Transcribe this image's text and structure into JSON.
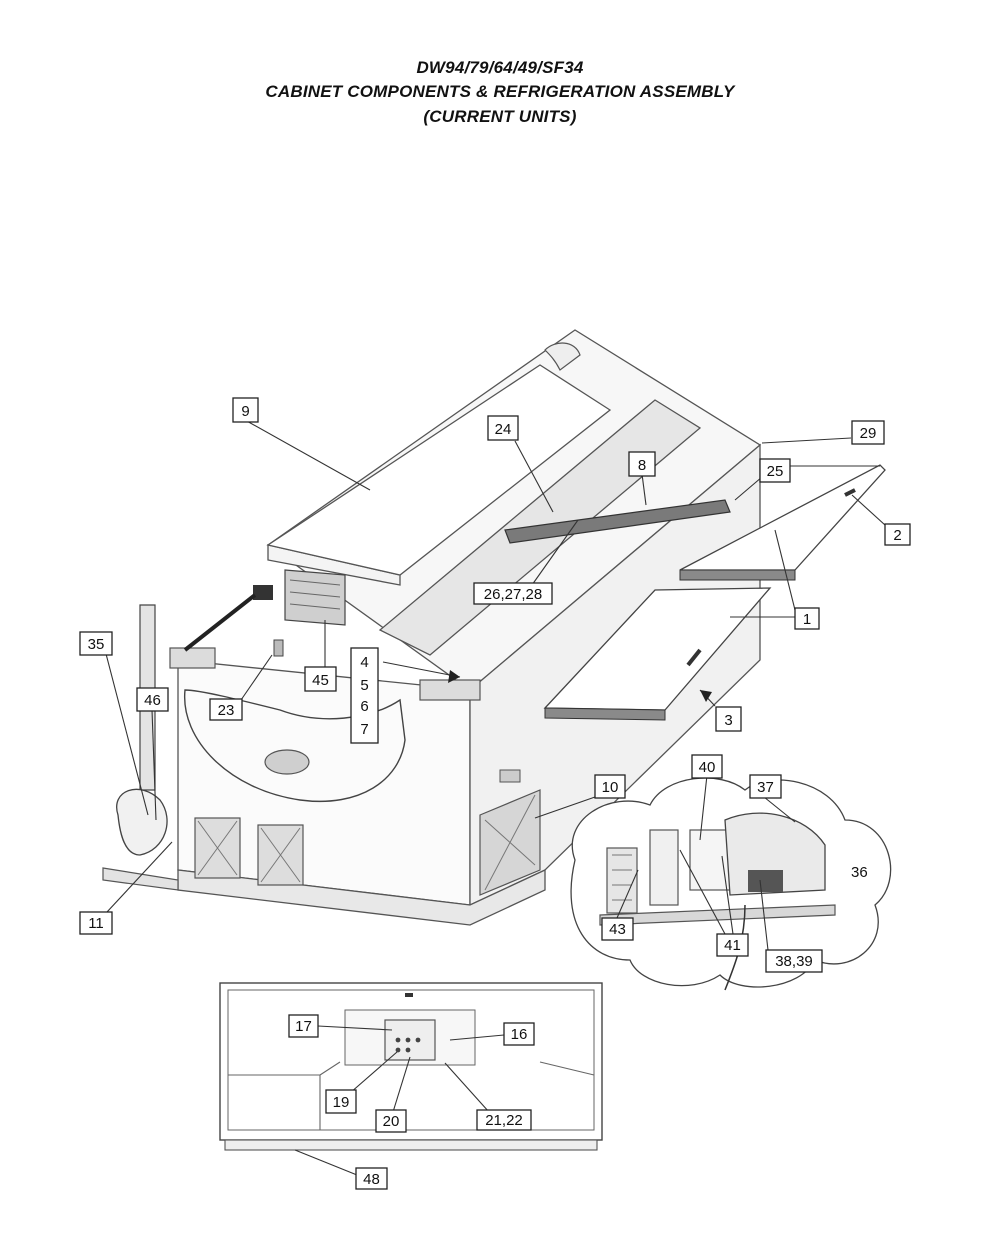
{
  "title": {
    "line1": "DW94/79/64/49/SF34",
    "line2": "CABINET COMPONENTS &  REFRIGERATION ASSEMBLY",
    "line3": "(CURRENT UNITS)"
  },
  "callouts": {
    "c9": "9",
    "c24": "24",
    "c8": "8",
    "c29": "29",
    "c25": "25",
    "c2": "2",
    "c1": "1",
    "c3": "3",
    "c26_28": "26,27,28",
    "c35": "35",
    "c46": "46",
    "c23": "23",
    "c45": "45",
    "c4": "4",
    "c5": "5",
    "c6": "6",
    "c7": "7",
    "c10": "10",
    "c11": "11",
    "c40": "40",
    "c37": "37",
    "c36": "36",
    "c43": "43",
    "c41": "41",
    "c38_39": "38,39",
    "c17": "17",
    "c16": "16",
    "c19": "19",
    "c20": "20",
    "c21_22": "21,22",
    "c48": "48"
  },
  "colors": {
    "line": "#333333",
    "glass": "#d9d9d9",
    "rail": "#7a7a7a"
  }
}
